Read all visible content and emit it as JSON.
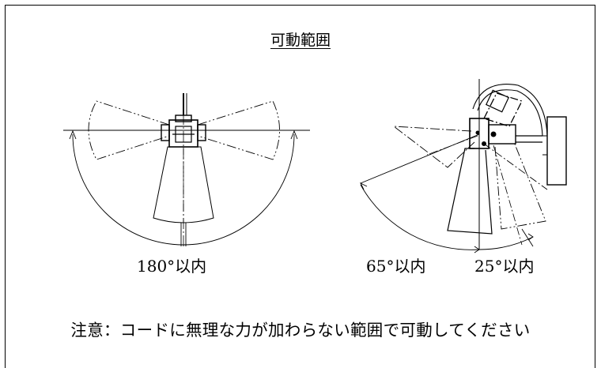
{
  "diagram": {
    "title": "可動範囲",
    "labels": {
      "left_range": "180°以内",
      "right_range_down": "65°以内",
      "right_range_up": "25°以内"
    },
    "note": "注意：コードに無理な力が加わらない範囲で可動してください"
  }
}
